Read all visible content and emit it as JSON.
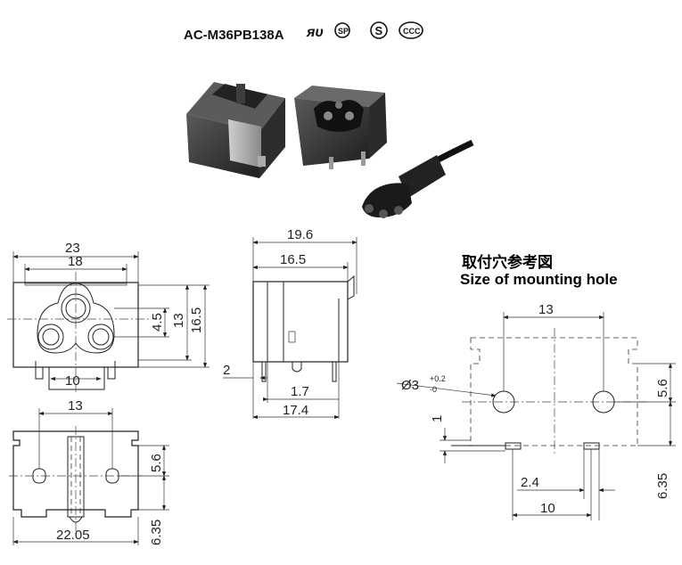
{
  "title": {
    "model": "AC-M36PB138A",
    "cert_marks": [
      "ul-mark-icon",
      "csa-mark-icon",
      "s-mark-icon",
      "ccc-mark-icon"
    ]
  },
  "front_view": {
    "dims": {
      "w23": "23",
      "w18": "18",
      "d45": "4.5",
      "h13": "13",
      "h165": "16.5",
      "p10": "10"
    }
  },
  "side_view": {
    "dims": {
      "d196": "19.6",
      "d165": "16.5",
      "d2": "2",
      "d17": "1.7",
      "d174": "17.4"
    }
  },
  "bottom_view": {
    "dims": {
      "d13": "13",
      "d56": "5.6",
      "d2205": "22.05",
      "d635": "6.35"
    }
  },
  "mounting_hole": {
    "heading_jp": "取付穴参考図",
    "heading_en": "Size of mounting hole",
    "dims": {
      "d13": "13",
      "dia": "Ø3",
      "tol_plus": "+0.2",
      "tol_minus": "-0",
      "d56": "5.6",
      "d1": "1",
      "d24": "2.4",
      "d10": "10",
      "d635": "6.35"
    }
  }
}
